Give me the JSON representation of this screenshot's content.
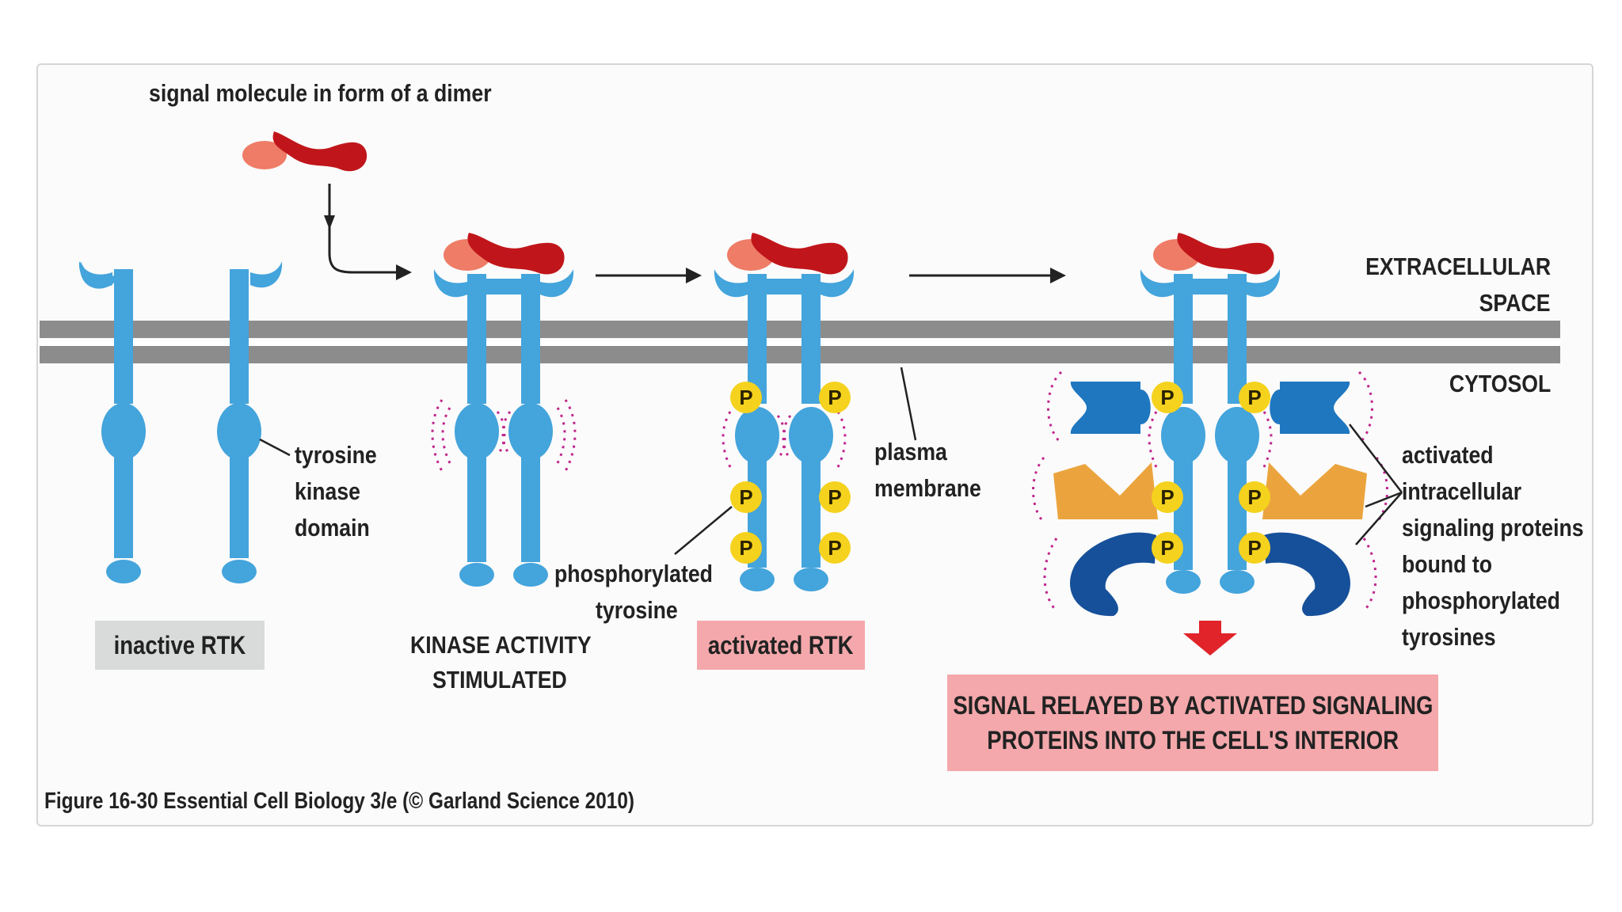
{
  "labels": {
    "signal_molecule": "signal molecule in form of a dimer",
    "extracellular_line1": "EXTRACELLULAR",
    "extracellular_line2": "SPACE",
    "cytosol": "CYTOSOL",
    "tyrosine_kinase_domain": [
      "tyrosine",
      "kinase",
      "domain"
    ],
    "plasma_membrane": [
      "plasma",
      "membrane"
    ],
    "phosphorylated_tyrosine": [
      "phosphorylated",
      "tyrosine"
    ],
    "activated_proteins": [
      "activated",
      "intracellular",
      "signaling proteins",
      "bound to",
      "phosphorylated",
      "tyrosines"
    ],
    "kinase_activity": [
      "KINASE ACTIVITY",
      "STIMULATED"
    ]
  },
  "boxes": {
    "inactive_rtk": "inactive RTK",
    "activated_rtk": "activated RTK",
    "signal_relayed": [
      "SIGNAL RELAYED BY ACTIVATED SIGNALING",
      "PROTEINS INTO THE CELL'S INTERIOR"
    ]
  },
  "phospho_symbol": "P",
  "caption": "Figure 16-30  Essential Cell Biology 3/e (© Garland Science 2010)",
  "colors": {
    "receptor": "#44a4dc",
    "membrane": "#8c8c8c",
    "ligand_dark": "#c0161b",
    "ligand_light": "#ee7c66",
    "phospho": "#f5d21d",
    "inactive_box": "#d9dada",
    "active_box": "#f4a8ab",
    "protein_light_blue": "#1f77c0",
    "protein_orange": "#eba43d",
    "protein_dark_blue": "#16509a",
    "activation_marks": "#c0268c"
  }
}
